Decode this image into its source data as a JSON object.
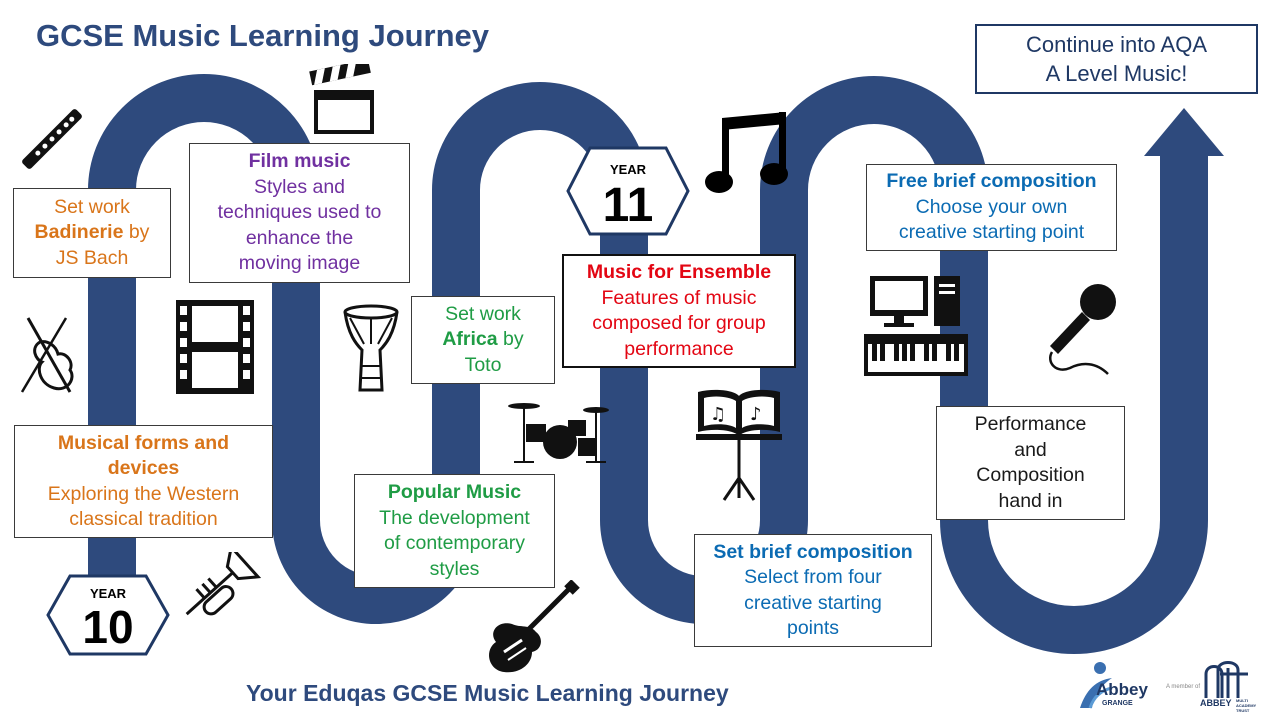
{
  "title": "GCSE Music Learning Journey",
  "footer": "Your Eduqas GCSE Music Learning Journey",
  "colors": {
    "path": "#2e4a7d",
    "title": "#2e4a7d",
    "orange": "#d9751a",
    "purple": "#7030a0",
    "green": "#1f9c45",
    "red": "#e30613",
    "blue": "#0b6bb3"
  },
  "year10": {
    "label": "YEAR",
    "number": "10"
  },
  "year11": {
    "label": "YEAR",
    "number": "11"
  },
  "boxes": {
    "badinerie": {
      "line1": "Set work",
      "bold": "Badinerie",
      "after": " by",
      "line3": "JS Bach"
    },
    "film": {
      "heading": "Film music",
      "lines": [
        "Styles and",
        "techniques used to",
        "enhance the",
        "moving image"
      ]
    },
    "forms": {
      "heading1": "Musical forms and",
      "heading2": "devices",
      "lines": [
        "Exploring the Western",
        "classical tradition"
      ]
    },
    "africa": {
      "line1": "Set work",
      "bold": "Africa",
      "after": " by",
      "line3": "Toto"
    },
    "popular": {
      "heading": "Popular Music",
      "lines": [
        "The development",
        "of contemporary",
        "styles"
      ]
    },
    "ensemble": {
      "heading": "Music for Ensemble",
      "lines": [
        "Features of music",
        "composed for group",
        "performance"
      ]
    },
    "setbrief": {
      "heading": "Set brief composition",
      "lines": [
        "Select from four",
        "creative starting",
        "points"
      ]
    },
    "freebrief": {
      "heading": "Free brief composition",
      "lines": [
        "Choose your own",
        "creative starting point"
      ]
    },
    "handin": {
      "lines": [
        "Performance",
        "and",
        "Composition",
        "hand in"
      ]
    },
    "final": {
      "lines": [
        "Continue into AQA",
        "A Level Music!"
      ]
    }
  },
  "icons": [
    "flute-icon",
    "clapperboard-icon",
    "music-notes-icon",
    "violin-icon",
    "film-strip-icon",
    "djembe-drum-icon",
    "drum-kit-icon",
    "sheet-music-stand-icon",
    "computer-keyboard-icon",
    "microphone-icon",
    "trumpet-icon",
    "electric-guitar-icon"
  ],
  "logos": {
    "abbey": {
      "line1": "Abbey",
      "line2": "GRANGE"
    },
    "member": "A member of",
    "trust": {
      "line1": "ABBEY",
      "line2": "MULTI ACADEMY TRUST"
    }
  }
}
